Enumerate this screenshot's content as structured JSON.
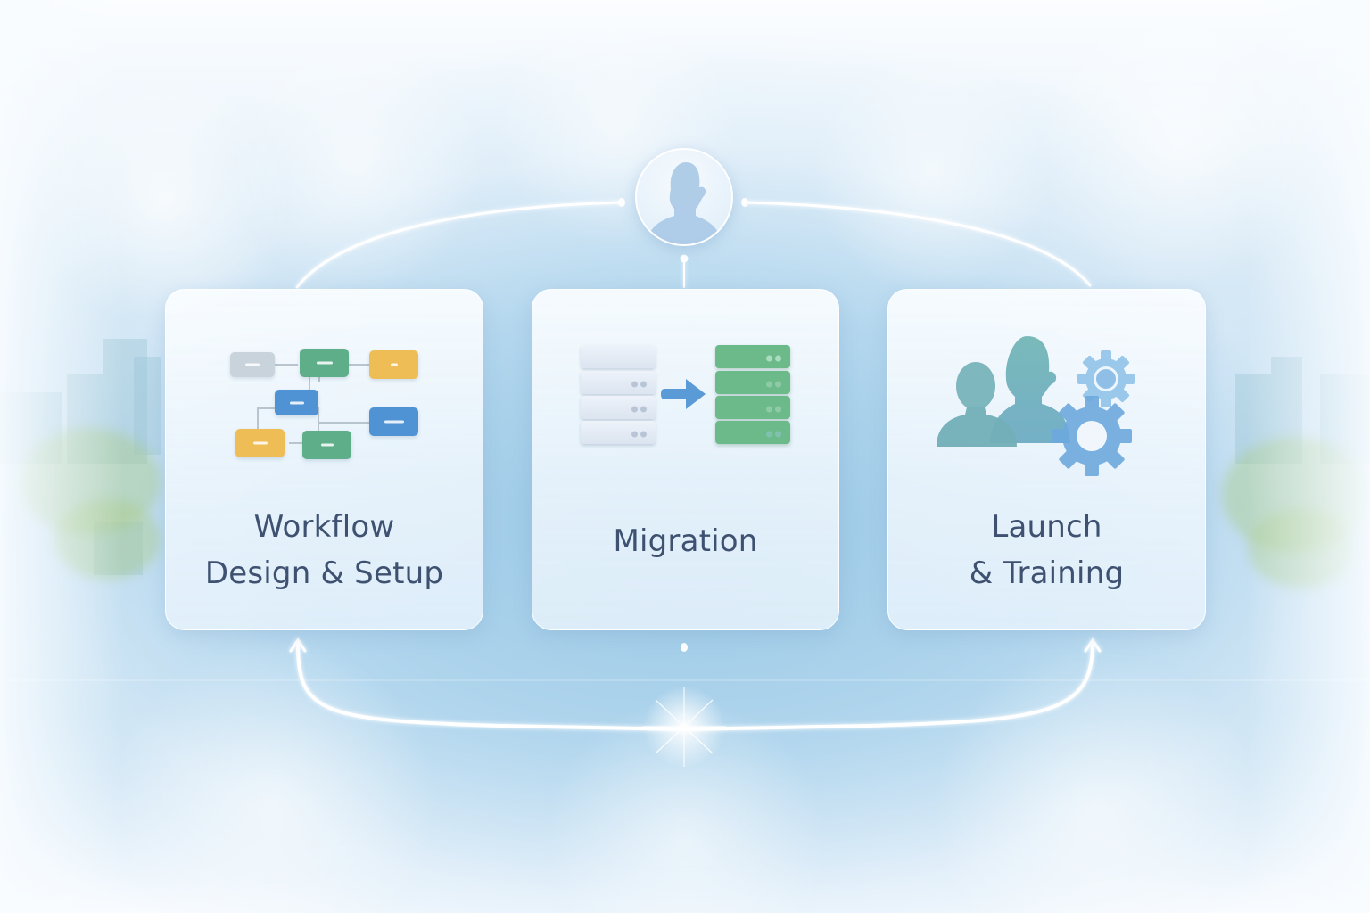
{
  "diagram": {
    "type": "process-cycle",
    "hub": {
      "icon": "person-icon",
      "label": ""
    },
    "steps": [
      {
        "id": "step-1",
        "title_lines": [
          "Workflow",
          "Design & Setup"
        ],
        "icon": "workflow-flowchart-icon"
      },
      {
        "id": "step-2",
        "title_lines": [
          "Migration"
        ],
        "icon": "server-migration-icon"
      },
      {
        "id": "step-3",
        "title_lines": [
          "Launch",
          "& Training"
        ],
        "icon": "users-gears-icon"
      }
    ],
    "connectors": [
      {
        "from": "step-1",
        "to": "hub",
        "style": "arc-top-left"
      },
      {
        "from": "step-3",
        "to": "hub",
        "style": "arc-top-right"
      },
      {
        "from": "step-2",
        "to": "hub",
        "style": "vertical"
      },
      {
        "from": "bottom-center",
        "to": "step-1",
        "style": "arc-bottom-left-arrow"
      },
      {
        "from": "bottom-center",
        "to": "step-3",
        "style": "arc-bottom-right-arrow"
      }
    ]
  },
  "colors": {
    "text": "#3e5170",
    "card_bg": "#f2f8fd",
    "connector": "#ffffff",
    "green": "#5fae8a",
    "blue": "#4f93d4",
    "yellow": "#eebd56",
    "gray": "#c6d1db",
    "teal_people": "#6fb2b8",
    "gear_blue": "#6aa8de"
  }
}
